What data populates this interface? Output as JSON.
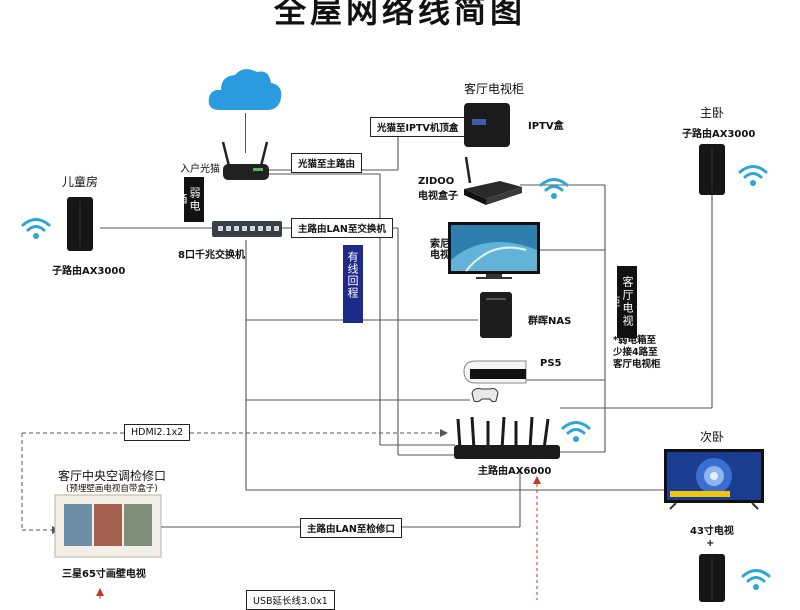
{
  "title": "全屋网络线简图",
  "rooms": {
    "kids": "儿童房",
    "living_cabinet": "客厅电视柜",
    "master": "主卧",
    "second": "次卧",
    "ac_access": "客厅中央空调检修口",
    "ac_access_sub": "(预埋壁画电视自带盒子)"
  },
  "devices": {
    "optical_modem": "入户光猫",
    "switch": "8口千兆交换机",
    "kids_router": "子路由AX3000",
    "master_router": "子路由AX3000",
    "main_router": "主路由AX6000",
    "iptv": "IPTV盒",
    "zidoo_1": "ZIDOO",
    "zidoo_2": "电视盒子",
    "sony_1": "索尼",
    "sony_2": "电视",
    "nas": "群晖NAS",
    "ps5": "PS5",
    "tv43": "43寸电视",
    "frame_tv": "三星65寸画壁电视"
  },
  "labels": {
    "modem_to_iptv": "光猫至IPTV机顶盒",
    "modem_to_router": "光猫至主路由",
    "router_lan_to_switch": "主路由LAN至交换机",
    "router_lan_to_access": "主路由LAN至检修口",
    "hdmi": "HDMI2.1x2",
    "weak_box": "弱电箱",
    "living_cabinet_v": "客厅电视柜",
    "mesh": "有线回程MESH",
    "note": "*弱电箱至\n少接4路至\n客厅电视柜",
    "usb": "USB延长线3.0x1",
    "plus": "+"
  },
  "colors": {
    "wifi": "#2aa7d6",
    "cloud": "#2b9be0",
    "mesh_box": "#1c2a8a",
    "line": "#555555",
    "dash": "#c0392b"
  },
  "icons": [
    "cloud-icon",
    "wifi-icon",
    "router-icon",
    "switch-icon",
    "tv-icon",
    "nas-icon",
    "ps5-icon"
  ]
}
